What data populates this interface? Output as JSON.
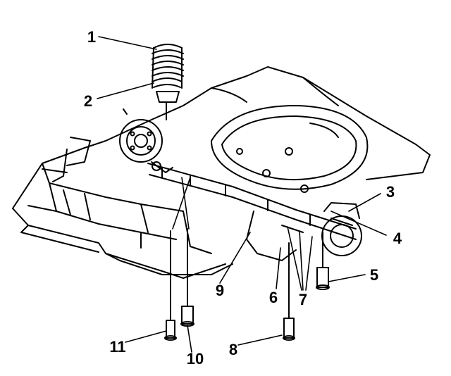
{
  "figure": {
    "callouts": [
      {
        "id": "1",
        "text": "1"
      },
      {
        "id": "2",
        "text": "2"
      },
      {
        "id": "3",
        "text": "3"
      },
      {
        "id": "4",
        "text": "4"
      },
      {
        "id": "5",
        "text": "5"
      },
      {
        "id": "6",
        "text": "6"
      },
      {
        "id": "7",
        "text": "7"
      },
      {
        "id": "8",
        "text": "8"
      },
      {
        "id": "9",
        "text": "9"
      },
      {
        "id": "10",
        "text": "10"
      },
      {
        "id": "11",
        "text": "11"
      }
    ]
  },
  "colors": {
    "ink": "#000000",
    "paper": "#ffffff"
  }
}
